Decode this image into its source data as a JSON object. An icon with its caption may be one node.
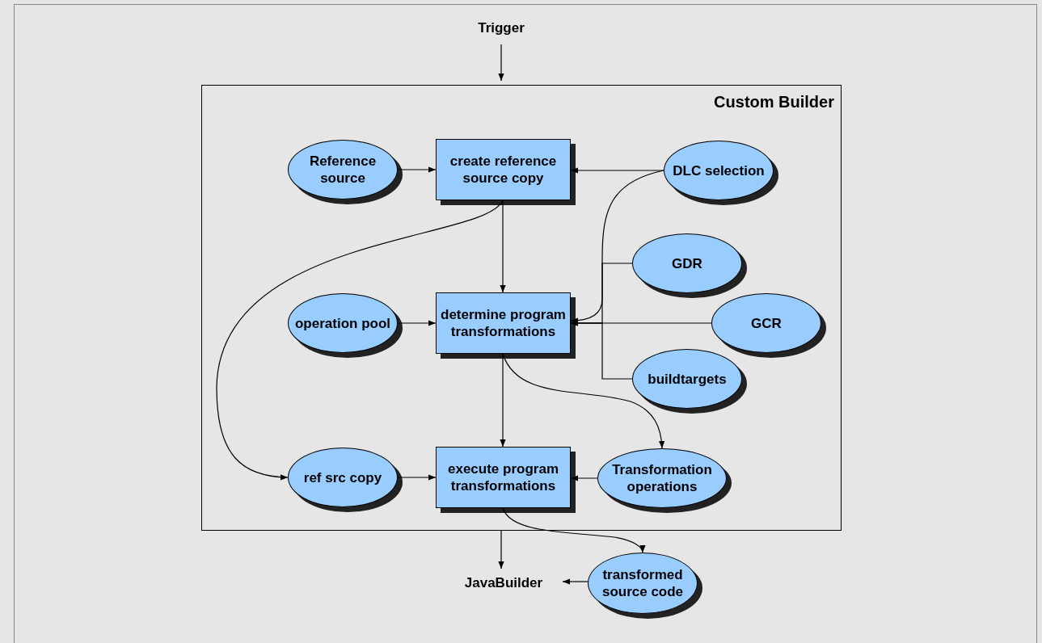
{
  "diagram": {
    "nodes": [
      {
        "text": [
          "Trigger"
        ]
      },
      {
        "text": [
          "Custom Builder"
        ]
      },
      {
        "text": [
          "Reference source"
        ],
        "in": 1
      },
      {
        "text": [
          "create reference source copy"
        ],
        "in": 1
      },
      {
        "text": [
          "DLC selection"
        ],
        "in": 1
      },
      {
        "text": [
          "GDR"
        ],
        "in": 1
      },
      {
        "text": [
          "operation pool"
        ],
        "in": 1
      },
      {
        "text": [
          "determine program transformations"
        ],
        "in": 1
      },
      {
        "text": [
          "GCR"
        ],
        "in": 1
      },
      {
        "text": [
          "buildtargets"
        ],
        "in": 1
      },
      {
        "text": [
          "ref src copy"
        ],
        "in": 1
      },
      {
        "text": [
          "execute program transformations"
        ],
        "in": 1
      },
      {
        "text": [
          "Transformation operations"
        ],
        "in": 1
      },
      {
        "text": [
          "JavaBuilder"
        ]
      },
      {
        "text": [
          "transformed source code"
        ]
      }
    ],
    "edges": [
      {
        "from": 0,
        "to": 1,
        "arrow": "to"
      },
      {
        "from": 2,
        "to": 3,
        "arrow": "to"
      },
      {
        "from": 4,
        "to": 3,
        "arrow": "to"
      },
      {
        "from": 3,
        "to": 7,
        "arrow": "to"
      },
      {
        "from": 3,
        "to": 10,
        "arrow": "to"
      },
      {
        "from": 4,
        "to": 7,
        "arrow": "to"
      },
      {
        "from": 5,
        "to": 7,
        "arrow": "to"
      },
      {
        "from": 8,
        "to": 7,
        "arrow": "to"
      },
      {
        "from": 9,
        "to": 7,
        "arrow": "to"
      },
      {
        "from": 6,
        "to": 7,
        "arrow": "to"
      },
      {
        "from": 7,
        "to": 11,
        "arrow": "to"
      },
      {
        "from": 7,
        "to": 12,
        "arrow": "to"
      },
      {
        "from": 10,
        "to": 11,
        "arrow": "to"
      },
      {
        "from": 12,
        "to": 11,
        "arrow": "to"
      },
      {
        "from": 11,
        "to": 14,
        "arrow": "to"
      },
      {
        "from": 1,
        "to": 13,
        "arrow": "to"
      },
      {
        "from": 14,
        "to": 13,
        "arrow": "to"
      }
    ]
  }
}
